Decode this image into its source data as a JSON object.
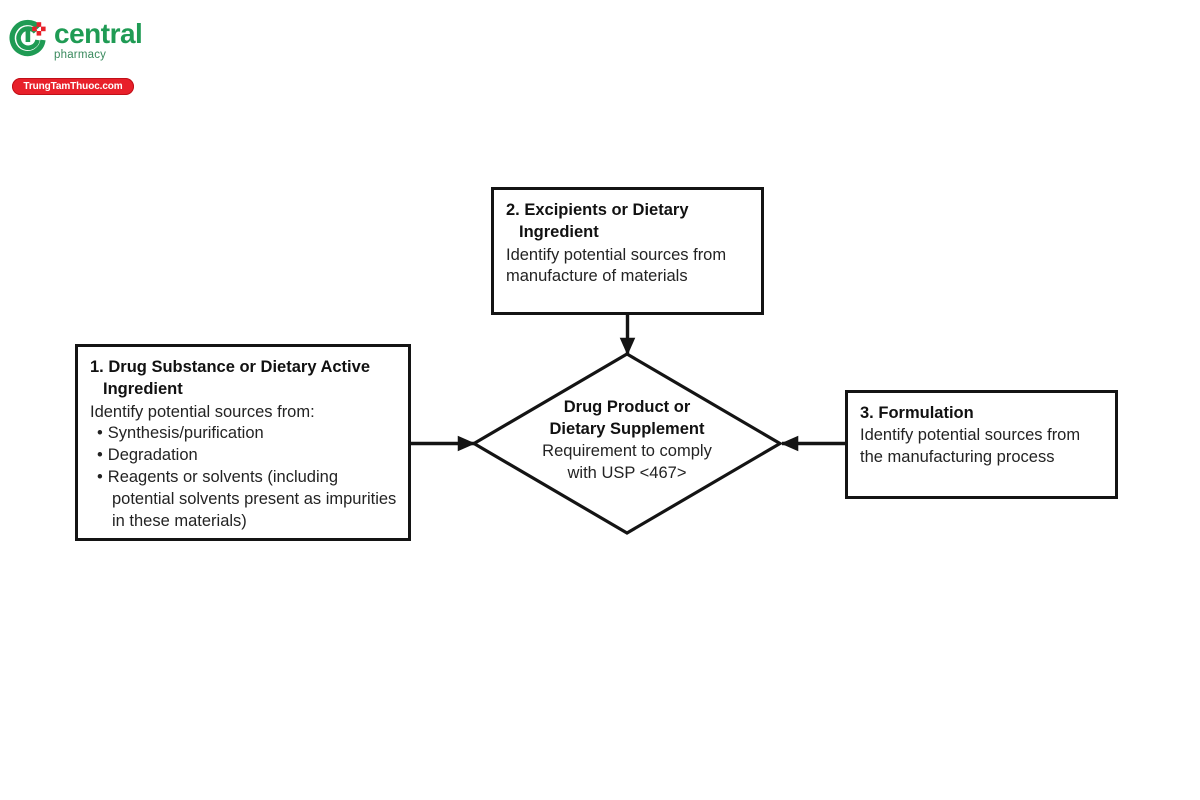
{
  "logo": {
    "mark_icon": "central-pharmacy-c-cross-logo",
    "brand_primary": "central",
    "brand_secondary": "pharmacy",
    "banner_text": "TrungTamThuoc.com",
    "colors": {
      "green": "#1f9b54",
      "red": "#e8202a",
      "white": "#ffffff"
    }
  },
  "diagram": {
    "type": "flowchart",
    "stroke_color": "#141414",
    "nodes": {
      "drug_substance": {
        "number": "1.",
        "title": "Drug Substance or Dietary Active Ingredient",
        "intro": "Identify potential sources from:",
        "bullets": [
          "Synthesis/purification",
          "Degradation",
          "Reagents or solvents (including potential solvents present as impurities in these materials)"
        ]
      },
      "excipients": {
        "number": "2.",
        "title": "Excipients or Dietary Ingredient",
        "body": "Identify potential sources from manufacture of materials"
      },
      "formulation": {
        "number": "3.",
        "title": "Formulation",
        "body": "Identify potential sources from the manufacturing process"
      },
      "center": {
        "title_line1": "Drug Product or",
        "title_line2": "Dietary Supplement",
        "sub_line1": "Requirement to comply",
        "sub_line2": "with USP <467>"
      }
    },
    "edges": [
      {
        "name": "excipients-to-center",
        "from": "excipients",
        "to": "center",
        "direction": "down"
      },
      {
        "name": "drug-substance-to-center",
        "from": "drug_substance",
        "to": "center",
        "direction": "right"
      },
      {
        "name": "formulation-to-center",
        "from": "formulation",
        "to": "center",
        "direction": "left"
      }
    ]
  }
}
